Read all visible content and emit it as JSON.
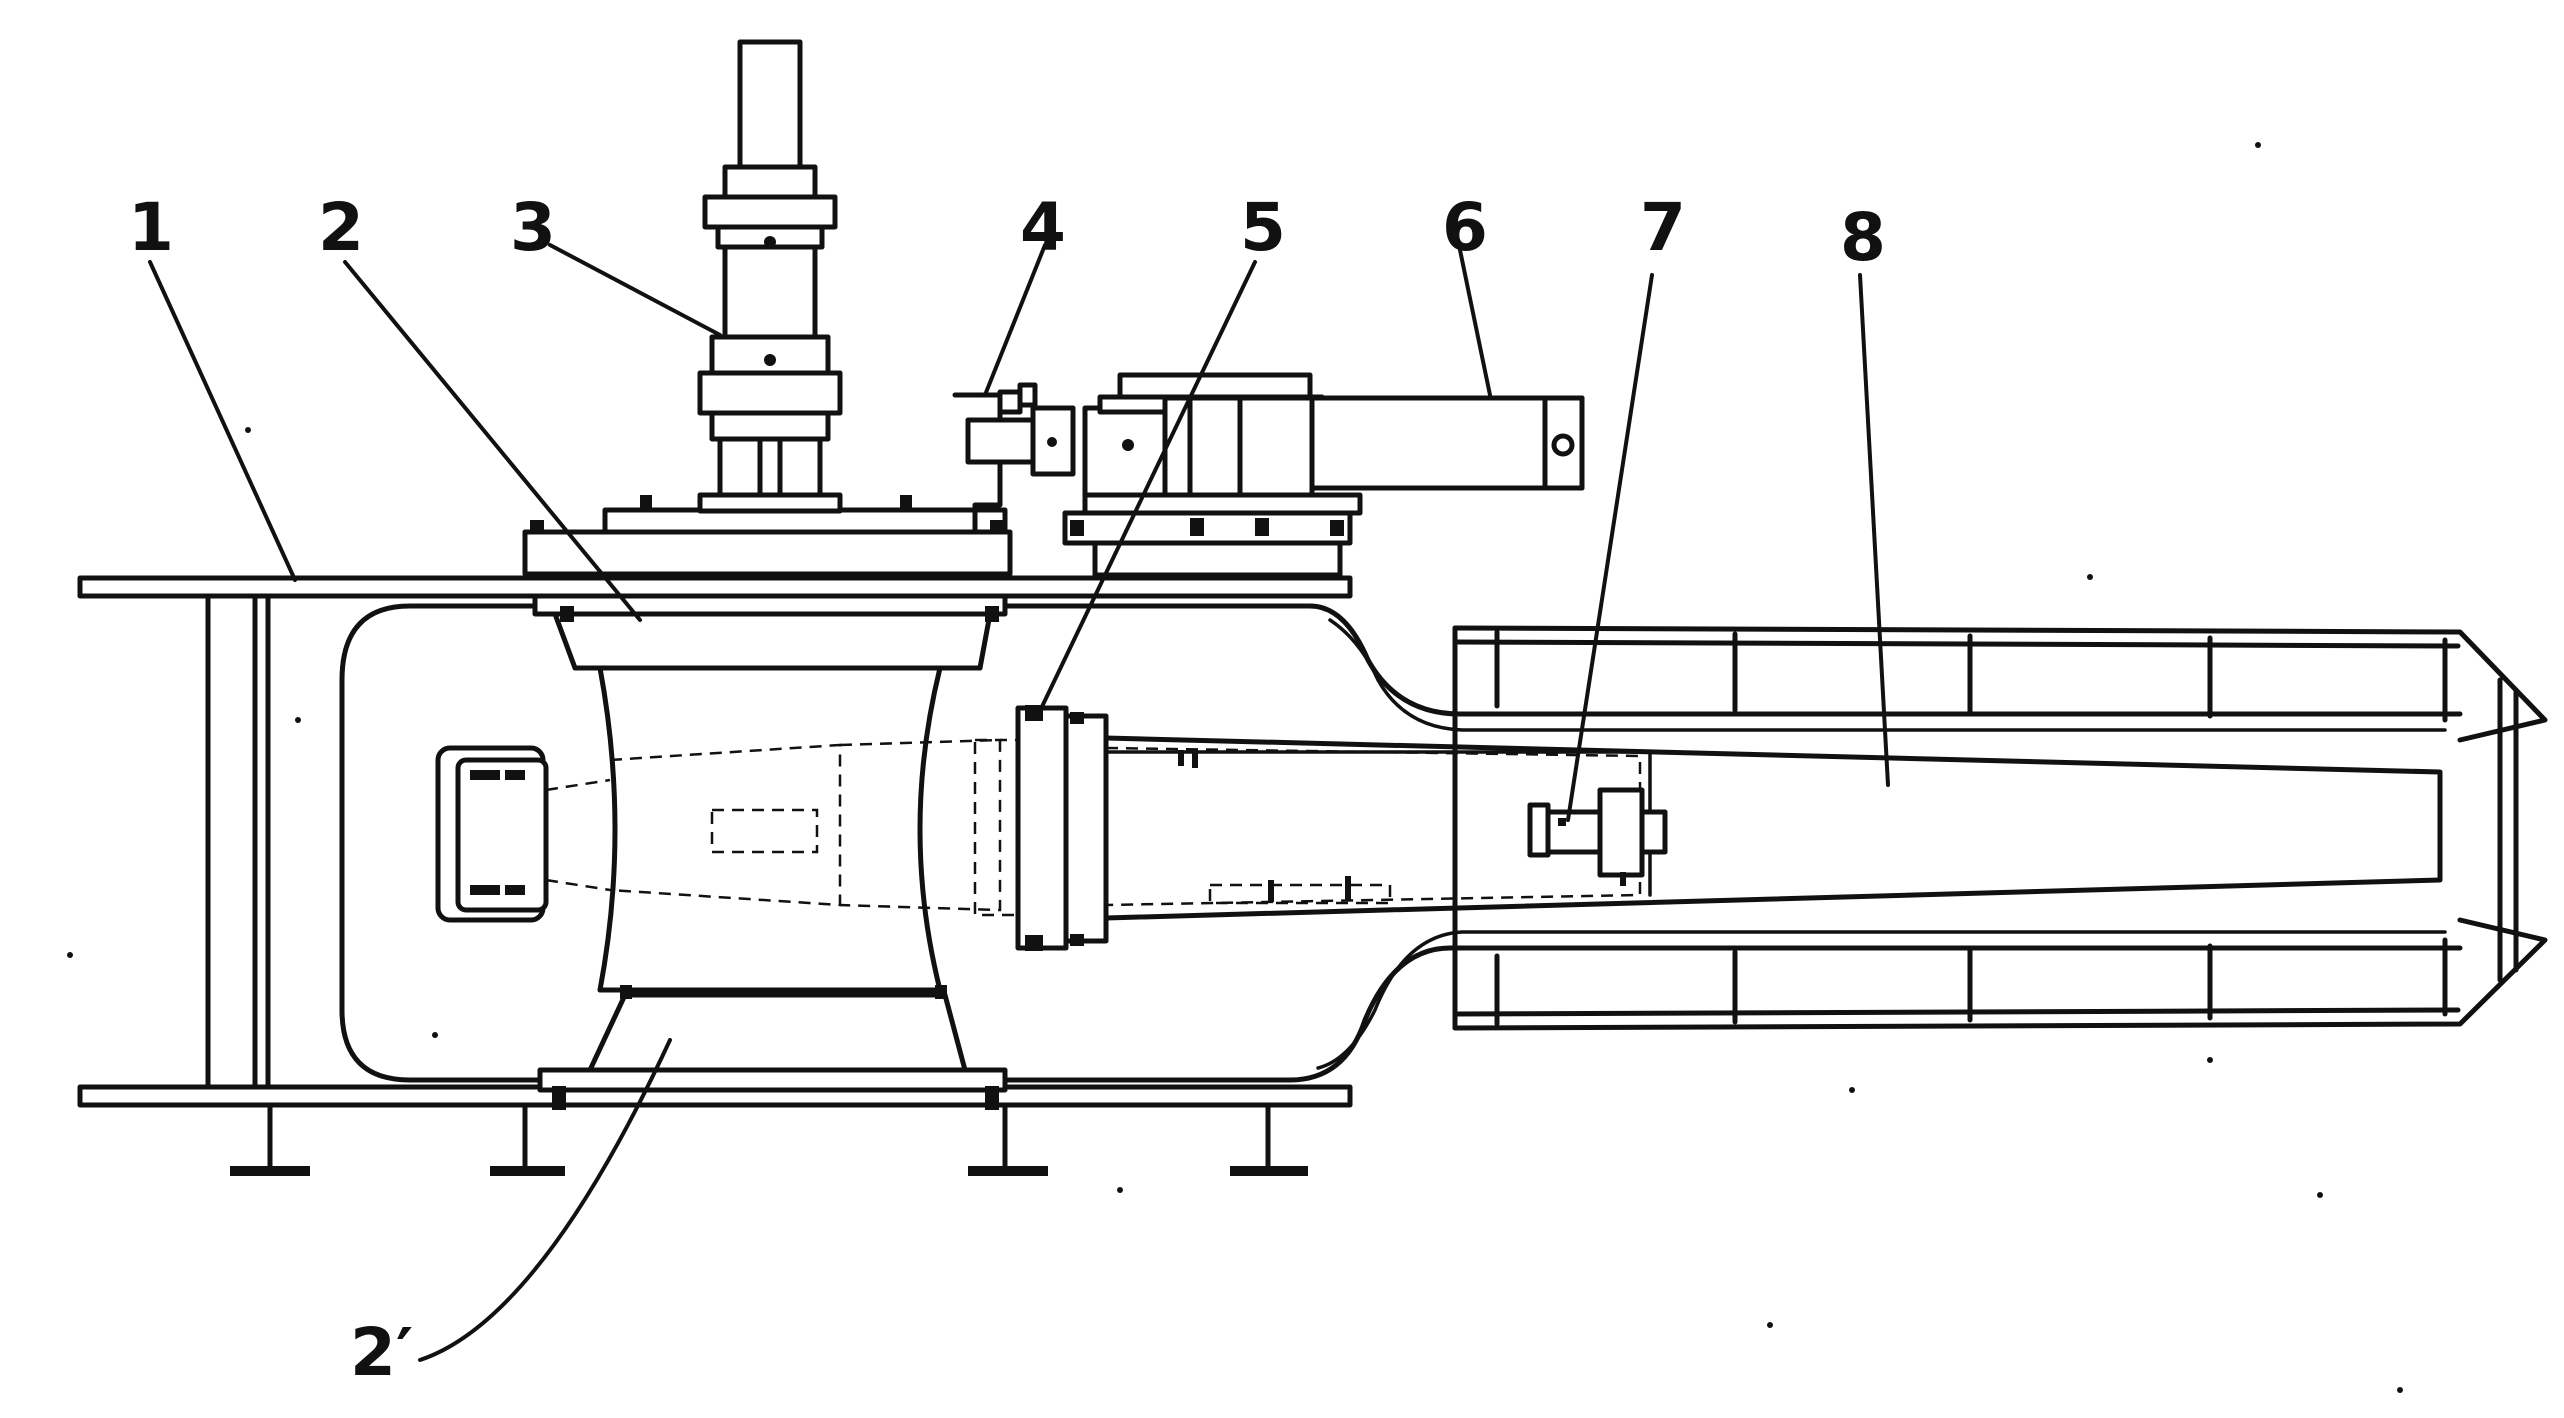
{
  "labels": {
    "l1": "1",
    "l2": "2",
    "l3": "3",
    "l4": "4",
    "l5": "5",
    "l6": "6",
    "l7": "7",
    "l8": "8",
    "l2p": "2′"
  }
}
